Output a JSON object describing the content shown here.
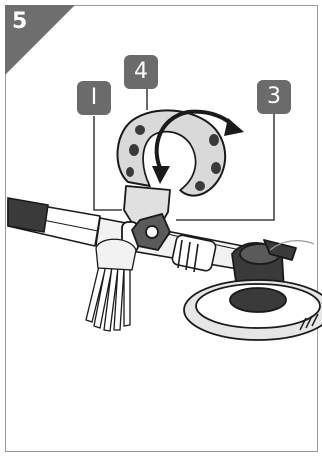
{
  "step": {
    "number": "5"
  },
  "callouts": [
    {
      "id": "1",
      "label": "I"
    },
    {
      "id": "4",
      "label": "4"
    },
    {
      "id": "3",
      "label": "3"
    }
  ],
  "colors": {
    "corner": "#6e6e6e",
    "callout_bg": "#6b6b6b",
    "line": "#1a1a1a",
    "handle_fill": "#d9d9d9",
    "dark_fill": "#3a3a3a",
    "frame": "#9a9a9a"
  }
}
